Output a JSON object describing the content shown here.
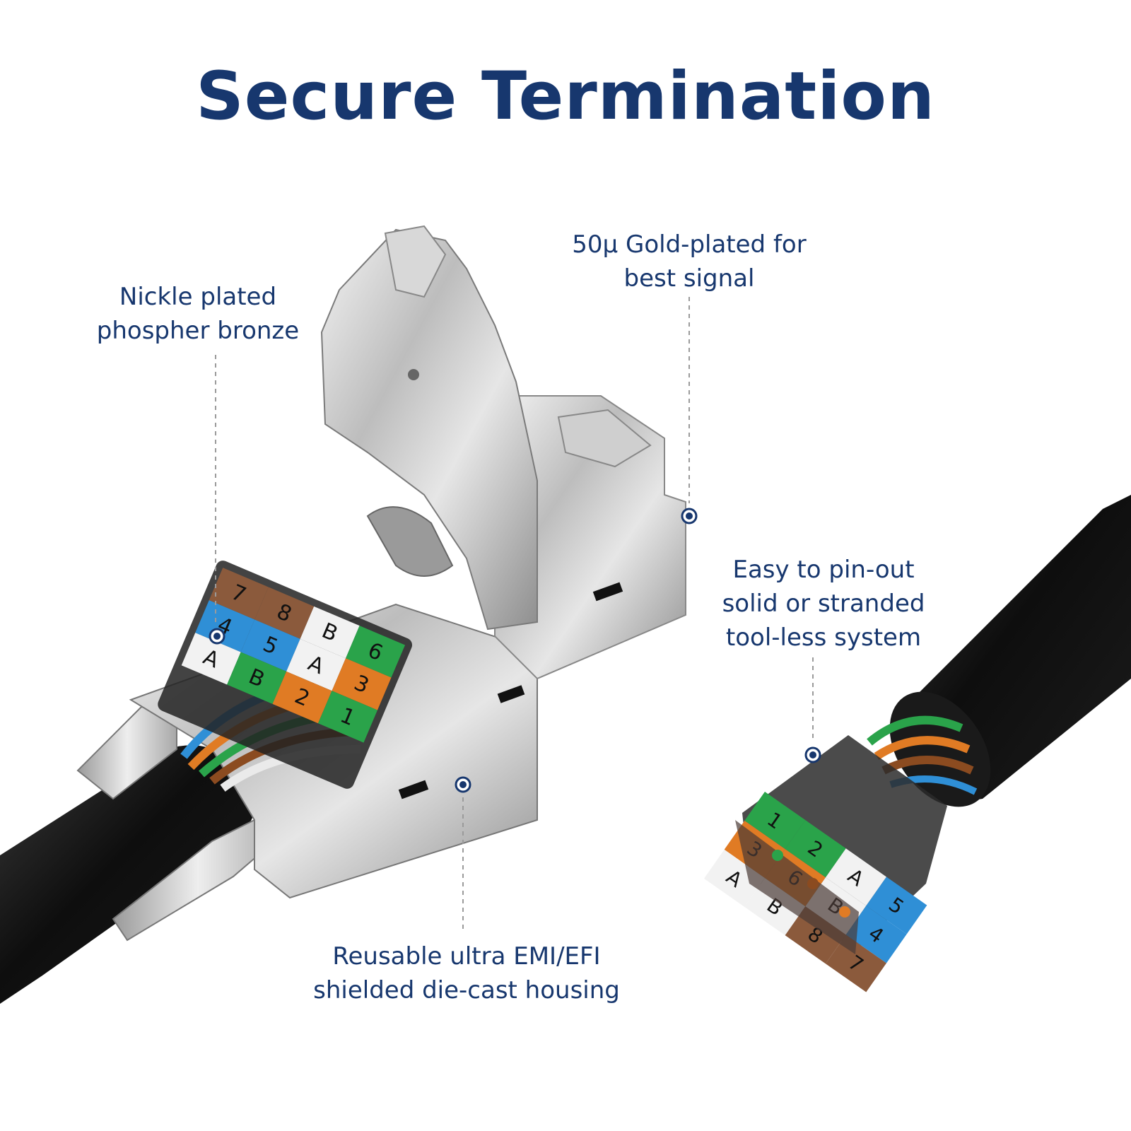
{
  "title": "Secure Termination",
  "callouts": {
    "nickle": {
      "line1": "Nickle plated",
      "line2": "phospher bronze"
    },
    "gold": {
      "line1": "50μ Gold-plated for",
      "line2": "best signal"
    },
    "pinout": {
      "line1": "Easy to pin-out",
      "line2": "solid or stranded",
      "line3": "tool-less system"
    },
    "housing": {
      "line1": "Reusable ultra EMI/EFI",
      "line2": "shielded die-cast housing"
    }
  },
  "connector_labels": {
    "left": [
      "7",
      "8",
      "B",
      "4",
      "5",
      "A",
      "B",
      "6",
      "3",
      "A",
      "2",
      "1"
    ],
    "right": [
      "1",
      "2",
      "A",
      "5",
      "4",
      "3",
      "6",
      "B",
      "A",
      "B",
      "8",
      "7"
    ]
  },
  "colors": {
    "title": "#17376e",
    "callout_text": "#17376e",
    "leader_line": "#9a9a9a",
    "marker": "#17376e"
  }
}
